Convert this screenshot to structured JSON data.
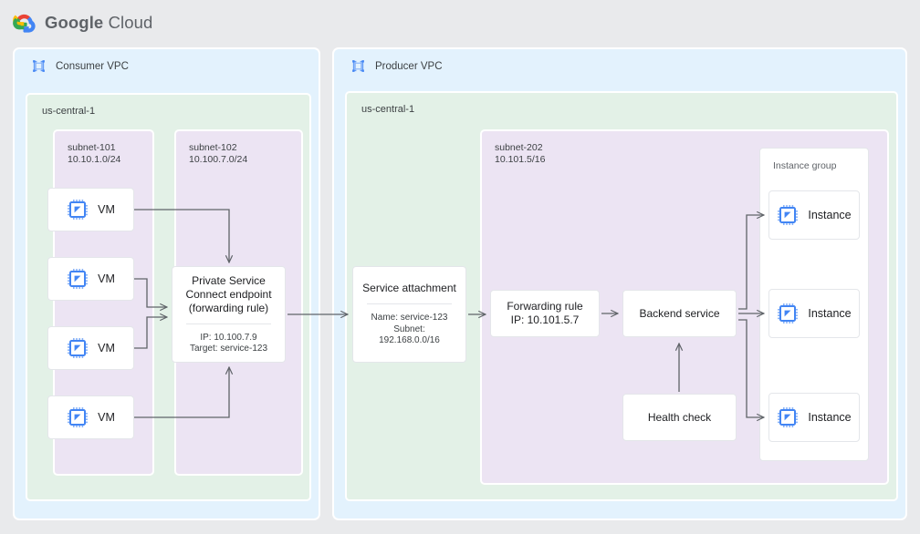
{
  "header": {
    "logo_icon": "google-cloud-logo",
    "brand_bold": "Google",
    "brand_light": " Cloud"
  },
  "consumer_vpc": {
    "icon": "vpc-icon",
    "label": "Consumer VPC",
    "region": {
      "label": "us-central-1",
      "subnets": [
        {
          "name": "subnet-101",
          "cidr": "10.10.1.0/24",
          "label": "subnet-101\n10.10.1.0/24",
          "vms": [
            {
              "icon": "chip-icon",
              "label": "VM"
            },
            {
              "icon": "chip-icon",
              "label": "VM"
            },
            {
              "icon": "chip-icon",
              "label": "VM"
            },
            {
              "icon": "chip-icon",
              "label": "VM"
            }
          ]
        },
        {
          "name": "subnet-102",
          "cidr": "10.100.7.0/24",
          "label": "subnet-102\n10.100.7.0/24",
          "psc_endpoint": {
            "title": "Private Service\nConnect endpoint\n(forwarding rule)",
            "details": "IP: 10.100.7.9\nTarget: service-123",
            "ip": "10.100.7.9",
            "target": "service-123"
          }
        }
      ]
    }
  },
  "producer_vpc": {
    "icon": "vpc-icon",
    "label": "Producer VPC",
    "region": {
      "label": "us-central-1",
      "service_attachment": {
        "title": "Service attachment",
        "details": "Name: service-123\nSubnet:\n192.168.0.0/16",
        "name": "service-123",
        "subnet": "192.168.0.0/16"
      },
      "subnet": {
        "name": "subnet-202",
        "cidr": "10.101.5/16",
        "label": "subnet-202\n10.101.5/16",
        "forwarding_rule": {
          "title": "Forwarding rule\nIP: 10.101.5.7",
          "ip": "10.101.5.7"
        },
        "backend_service": {
          "title": "Backend service"
        },
        "health_check": {
          "title": "Health check"
        },
        "instance_group": {
          "label": "Instance group",
          "instances": [
            {
              "icon": "chip-icon",
              "label": "Instance"
            },
            {
              "icon": "chip-icon",
              "label": "Instance"
            },
            {
              "icon": "chip-icon",
              "label": "Instance"
            }
          ]
        }
      }
    }
  },
  "colors": {
    "page_bg": "#e9eaec",
    "vpc_bg": "#e3f2fd",
    "region_bg": "#e3f1e7",
    "subnet_bg": "#ece4f3",
    "card_bg": "#ffffff",
    "wire": "#5f6368",
    "icon_blue": "#4285f4",
    "text_primary": "#202124",
    "text_secondary": "#5f6368"
  }
}
